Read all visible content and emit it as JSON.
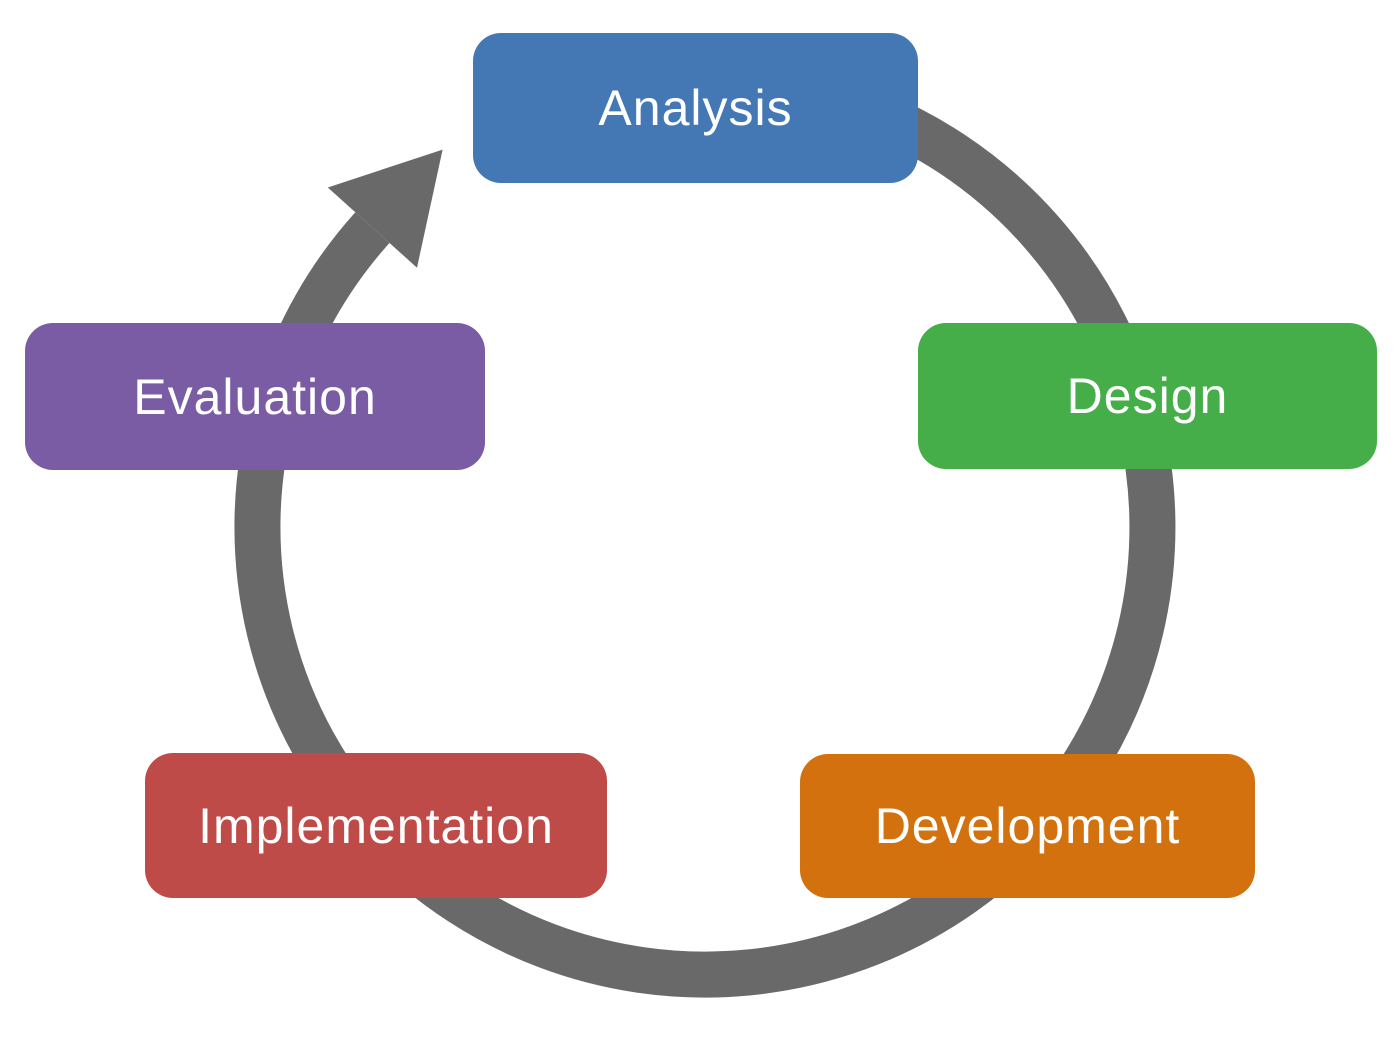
{
  "diagram": {
    "stages": [
      {
        "id": "analysis",
        "label": "Analysis",
        "color": "#4478B5"
      },
      {
        "id": "design",
        "label": "Design",
        "color": "#45AE49"
      },
      {
        "id": "development",
        "label": "Development",
        "color": "#D2710D"
      },
      {
        "id": "implementation",
        "label": "Implementation",
        "color": "#BF4B48"
      },
      {
        "id": "evaluation",
        "label": "Evaluation",
        "color": "#7A5CA4"
      }
    ],
    "cycle_arrow": {
      "color": "#696969",
      "direction": "clockwise"
    },
    "background_color": "#FFFFFF",
    "text_color": "#FFFFFF"
  }
}
